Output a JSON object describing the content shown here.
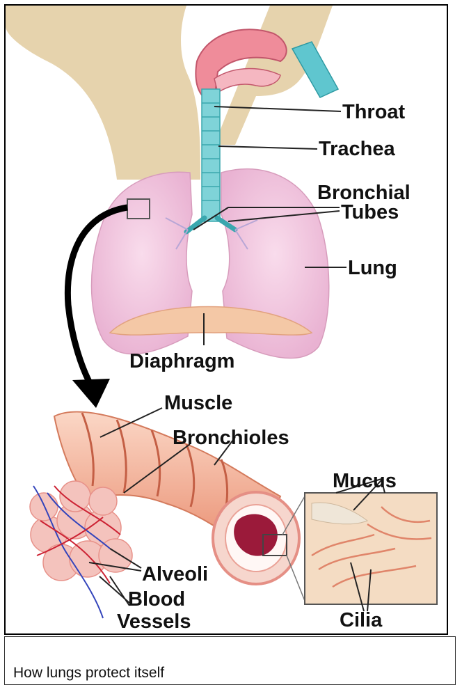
{
  "labels": {
    "throat": "Throat",
    "trachea": "Trachea",
    "bronchial_1": "Bronchial",
    "bronchial_2": "Tubes",
    "lung": "Lung",
    "diaphragm": "Diaphragm",
    "muscle": "Muscle",
    "bronchioles": "Bronchioles",
    "mucus": "Mucus",
    "alveoli": "Alveoli",
    "blood_1": "Blood",
    "blood_2": "Vessels",
    "cilia": "Cilia"
  },
  "caption": "How lungs protect itself",
  "colors": {
    "skin": "#e6d3ad",
    "lung": "#f2c6df",
    "diaphragm": "#f4c8a6",
    "trachea": "#7fd3d8",
    "mouth": "#ef8c9a",
    "bronchiole": "#f0a88c",
    "mucus_dark": "#9b1a3a",
    "blood_red": "#cc2233",
    "blood_blue": "#3344bb"
  }
}
